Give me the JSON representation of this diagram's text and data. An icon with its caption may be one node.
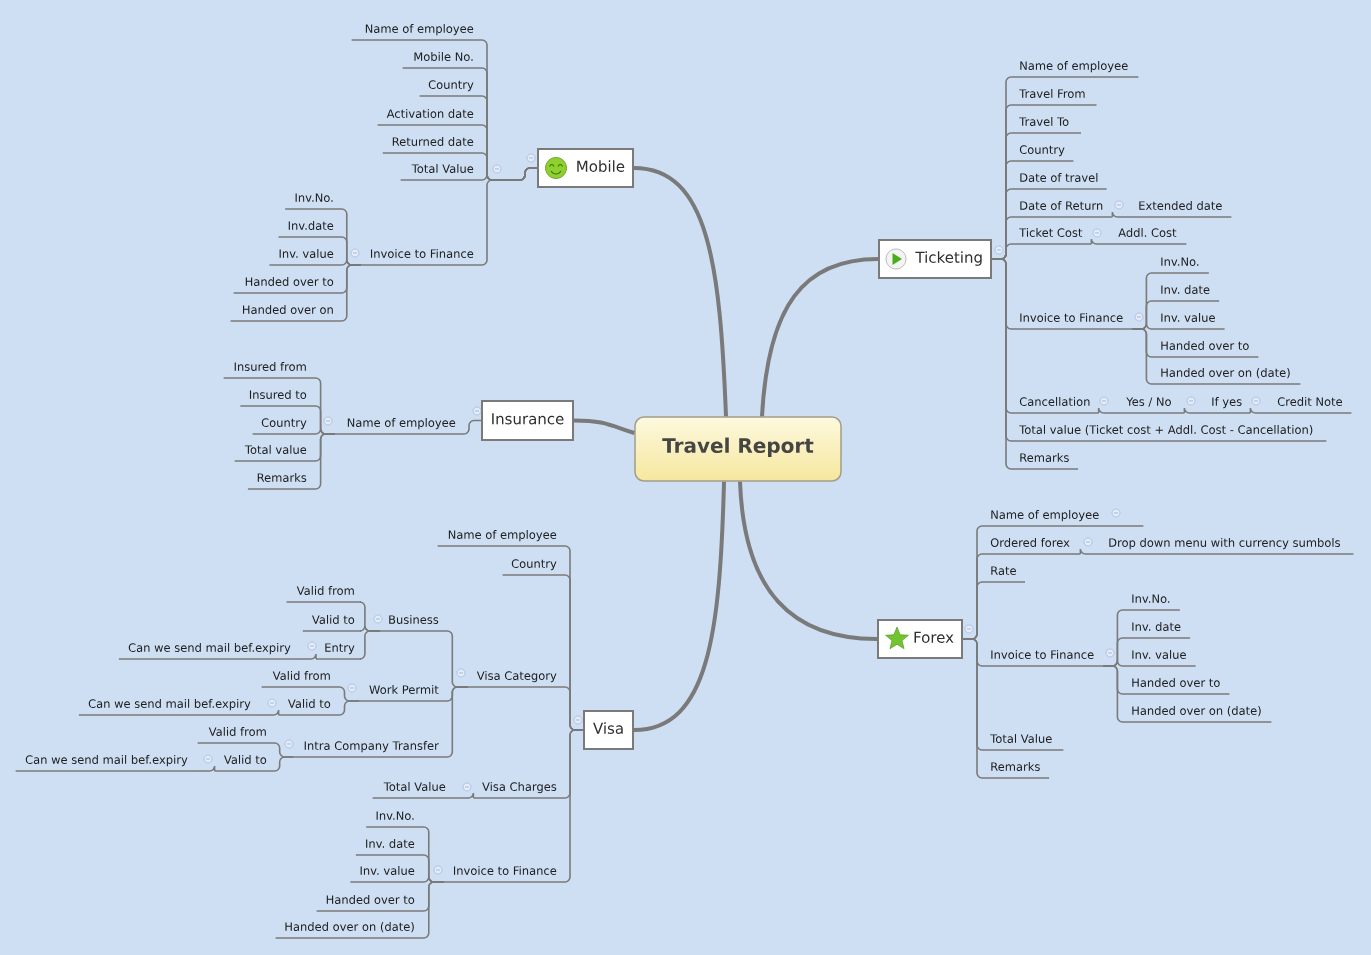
{
  "diagram": {
    "nodes": [
      {
        "text": [
          "Travel Report"
        ]
      },
      {
        "text": [
          "Mobile"
        ]
      },
      {
        "text": [
          "Name of employee"
        ]
      },
      {
        "text": [
          "Mobile No."
        ]
      },
      {
        "text": [
          "Country"
        ]
      },
      {
        "text": [
          "Activation date"
        ]
      },
      {
        "text": [
          "Returned date"
        ]
      },
      {
        "text": [
          "Total Value"
        ]
      },
      {
        "text": [
          "Invoice to Finance"
        ]
      },
      {
        "text": [
          "Inv.No."
        ]
      },
      {
        "text": [
          "Inv.date"
        ]
      },
      {
        "text": [
          "Inv. value"
        ]
      },
      {
        "text": [
          "Handed over to"
        ]
      },
      {
        "text": [
          "Handed over on"
        ]
      },
      {
        "text": [
          "Ticketing"
        ]
      },
      {
        "text": [
          "Name of employee"
        ]
      },
      {
        "text": [
          "Travel From"
        ]
      },
      {
        "text": [
          "Travel To"
        ]
      },
      {
        "text": [
          "Country"
        ]
      },
      {
        "text": [
          "Date of travel"
        ]
      },
      {
        "text": [
          "Date of Return"
        ]
      },
      {
        "text": [
          "Extended date"
        ]
      },
      {
        "text": [
          "Ticket Cost"
        ]
      },
      {
        "text": [
          "Addl. Cost"
        ]
      },
      {
        "text": [
          "Invoice to Finance"
        ]
      },
      {
        "text": [
          "Inv.No."
        ]
      },
      {
        "text": [
          "Inv. date"
        ]
      },
      {
        "text": [
          "Inv. value"
        ]
      },
      {
        "text": [
          "Handed over to"
        ]
      },
      {
        "text": [
          "Handed over on (date)"
        ]
      },
      {
        "text": [
          "Cancellation"
        ]
      },
      {
        "text": [
          "Yes / No"
        ]
      },
      {
        "text": [
          "If yes"
        ]
      },
      {
        "text": [
          "Credit Note"
        ]
      },
      {
        "text": [
          "Total value (Ticket cost + Addl. Cost - Cancellation)"
        ]
      },
      {
        "text": [
          "Remarks"
        ]
      },
      {
        "text": [
          "Insurance"
        ]
      },
      {
        "text": [
          "Name of employee"
        ]
      },
      {
        "text": [
          "Insured from"
        ]
      },
      {
        "text": [
          "Insured to"
        ]
      },
      {
        "text": [
          "Country"
        ]
      },
      {
        "text": [
          "Total value"
        ]
      },
      {
        "text": [
          "Remarks"
        ]
      },
      {
        "text": [
          "Forex"
        ]
      },
      {
        "text": [
          "Name of employee"
        ]
      },
      {
        "text": [
          "Ordered forex"
        ]
      },
      {
        "text": [
          "Drop down menu with currency sumbols"
        ]
      },
      {
        "text": [
          "Rate"
        ]
      },
      {
        "text": [
          "Invoice to Finance"
        ]
      },
      {
        "text": [
          "Inv.No."
        ]
      },
      {
        "text": [
          "Inv. date"
        ]
      },
      {
        "text": [
          "Inv. value"
        ]
      },
      {
        "text": [
          "Handed over to"
        ]
      },
      {
        "text": [
          "Handed over on (date)"
        ]
      },
      {
        "text": [
          "Total Value"
        ]
      },
      {
        "text": [
          "Remarks"
        ]
      },
      {
        "text": [
          "Visa"
        ]
      },
      {
        "text": [
          "Name of employee"
        ]
      },
      {
        "text": [
          "Country"
        ]
      },
      {
        "text": [
          "Visa Category"
        ]
      },
      {
        "text": [
          "Business"
        ]
      },
      {
        "text": [
          "Valid from"
        ]
      },
      {
        "text": [
          "Valid to"
        ]
      },
      {
        "text": [
          "Entry"
        ]
      },
      {
        "text": [
          "Can we send mail bef.expiry"
        ]
      },
      {
        "text": [
          "Work Permit"
        ]
      },
      {
        "text": [
          "Valid from"
        ]
      },
      {
        "text": [
          "Valid to"
        ]
      },
      {
        "text": [
          "Can we send mail bef.expiry"
        ]
      },
      {
        "text": [
          "Intra Company Transfer"
        ]
      },
      {
        "text": [
          "Valid from"
        ]
      },
      {
        "text": [
          "Valid to"
        ]
      },
      {
        "text": [
          "Can we send mail bef.expiry"
        ]
      },
      {
        "text": [
          "Visa Charges"
        ]
      },
      {
        "text": [
          "Total Value"
        ]
      },
      {
        "text": [
          "Invoice to Finance"
        ]
      },
      {
        "text": [
          "Inv.No."
        ]
      },
      {
        "text": [
          "Inv. date"
        ]
      },
      {
        "text": [
          "Inv. value"
        ]
      },
      {
        "text": [
          "Handed over to"
        ]
      },
      {
        "text": [
          "Handed over on (date)"
        ]
      }
    ],
    "edges": [
      {
        "from": 0,
        "to": 1,
        "arrow": "none",
        "style": "thick"
      },
      {
        "from": 1,
        "to": 2,
        "arrow": "none"
      },
      {
        "from": 1,
        "to": 3,
        "arrow": "none"
      },
      {
        "from": 1,
        "to": 4,
        "arrow": "none"
      },
      {
        "from": 1,
        "to": 5,
        "arrow": "none"
      },
      {
        "from": 1,
        "to": 6,
        "arrow": "none"
      },
      {
        "from": 1,
        "to": 7,
        "arrow": "none"
      },
      {
        "from": 1,
        "to": 8,
        "arrow": "none"
      },
      {
        "from": 8,
        "to": 9,
        "arrow": "none"
      },
      {
        "from": 8,
        "to": 10,
        "arrow": "none"
      },
      {
        "from": 8,
        "to": 11,
        "arrow": "none"
      },
      {
        "from": 8,
        "to": 12,
        "arrow": "none"
      },
      {
        "from": 8,
        "to": 13,
        "arrow": "none"
      },
      {
        "from": 0,
        "to": 14,
        "arrow": "none",
        "style": "thick"
      },
      {
        "from": 14,
        "to": 15,
        "arrow": "none"
      },
      {
        "from": 14,
        "to": 16,
        "arrow": "none"
      },
      {
        "from": 14,
        "to": 17,
        "arrow": "none"
      },
      {
        "from": 14,
        "to": 18,
        "arrow": "none"
      },
      {
        "from": 14,
        "to": 19,
        "arrow": "none"
      },
      {
        "from": 14,
        "to": 20,
        "arrow": "none"
      },
      {
        "from": 20,
        "to": 21,
        "arrow": "none"
      },
      {
        "from": 14,
        "to": 22,
        "arrow": "none"
      },
      {
        "from": 22,
        "to": 23,
        "arrow": "none"
      },
      {
        "from": 14,
        "to": 24,
        "arrow": "none"
      },
      {
        "from": 24,
        "to": 25,
        "arrow": "none"
      },
      {
        "from": 24,
        "to": 26,
        "arrow": "none"
      },
      {
        "from": 24,
        "to": 27,
        "arrow": "none"
      },
      {
        "from": 24,
        "to": 28,
        "arrow": "none"
      },
      {
        "from": 24,
        "to": 29,
        "arrow": "none"
      },
      {
        "from": 14,
        "to": 30,
        "arrow": "none"
      },
      {
        "from": 30,
        "to": 31,
        "arrow": "none"
      },
      {
        "from": 31,
        "to": 32,
        "arrow": "none"
      },
      {
        "from": 32,
        "to": 33,
        "arrow": "none"
      },
      {
        "from": 14,
        "to": 34,
        "arrow": "none"
      },
      {
        "from": 14,
        "to": 35,
        "arrow": "none"
      },
      {
        "from": 0,
        "to": 36,
        "arrow": "none",
        "style": "thick"
      },
      {
        "from": 36,
        "to": 37,
        "arrow": "none"
      },
      {
        "from": 37,
        "to": 38,
        "arrow": "none"
      },
      {
        "from": 37,
        "to": 39,
        "arrow": "none"
      },
      {
        "from": 37,
        "to": 40,
        "arrow": "none"
      },
      {
        "from": 37,
        "to": 41,
        "arrow": "none"
      },
      {
        "from": 37,
        "to": 42,
        "arrow": "none"
      },
      {
        "from": 0,
        "to": 43,
        "arrow": "none",
        "style": "thick"
      },
      {
        "from": 43,
        "to": 44,
        "arrow": "none"
      },
      {
        "from": 43,
        "to": 45,
        "arrow": "none"
      },
      {
        "from": 45,
        "to": 46,
        "arrow": "none"
      },
      {
        "from": 43,
        "to": 47,
        "arrow": "none"
      },
      {
        "from": 43,
        "to": 48,
        "arrow": "none"
      },
      {
        "from": 48,
        "to": 49,
        "arrow": "none"
      },
      {
        "from": 48,
        "to": 50,
        "arrow": "none"
      },
      {
        "from": 48,
        "to": 51,
        "arrow": "none"
      },
      {
        "from": 48,
        "to": 52,
        "arrow": "none"
      },
      {
        "from": 48,
        "to": 53,
        "arrow": "none"
      },
      {
        "from": 43,
        "to": 54,
        "arrow": "none"
      },
      {
        "from": 43,
        "to": 55,
        "arrow": "none"
      },
      {
        "from": 0,
        "to": 56,
        "arrow": "none",
        "style": "thick"
      },
      {
        "from": 56,
        "to": 57,
        "arrow": "none"
      },
      {
        "from": 56,
        "to": 58,
        "arrow": "none"
      },
      {
        "from": 56,
        "to": 59,
        "arrow": "none"
      },
      {
        "from": 59,
        "to": 60,
        "arrow": "none"
      },
      {
        "from": 60,
        "to": 61,
        "arrow": "none"
      },
      {
        "from": 60,
        "to": 62,
        "arrow": "none"
      },
      {
        "from": 60,
        "to": 63,
        "arrow": "none"
      },
      {
        "from": 63,
        "to": 64,
        "arrow": "none"
      },
      {
        "from": 59,
        "to": 65,
        "arrow": "none"
      },
      {
        "from": 65,
        "to": 66,
        "arrow": "none"
      },
      {
        "from": 65,
        "to": 67,
        "arrow": "none"
      },
      {
        "from": 67,
        "to": 68,
        "arrow": "none"
      },
      {
        "from": 59,
        "to": 69,
        "arrow": "none"
      },
      {
        "from": 69,
        "to": 70,
        "arrow": "none"
      },
      {
        "from": 69,
        "to": 71,
        "arrow": "none"
      },
      {
        "from": 71,
        "to": 72,
        "arrow": "none"
      },
      {
        "from": 56,
        "to": 73,
        "arrow": "none"
      },
      {
        "from": 73,
        "to": 74,
        "arrow": "none"
      },
      {
        "from": 56,
        "to": 75,
        "arrow": "none"
      },
      {
        "from": 75,
        "to": 76,
        "arrow": "none"
      },
      {
        "from": 75,
        "to": 77,
        "arrow": "none"
      },
      {
        "from": 75,
        "to": 78,
        "arrow": "none"
      },
      {
        "from": 75,
        "to": 79,
        "arrow": "none"
      },
      {
        "from": 75,
        "to": 80,
        "arrow": "none"
      }
    ]
  }
}
